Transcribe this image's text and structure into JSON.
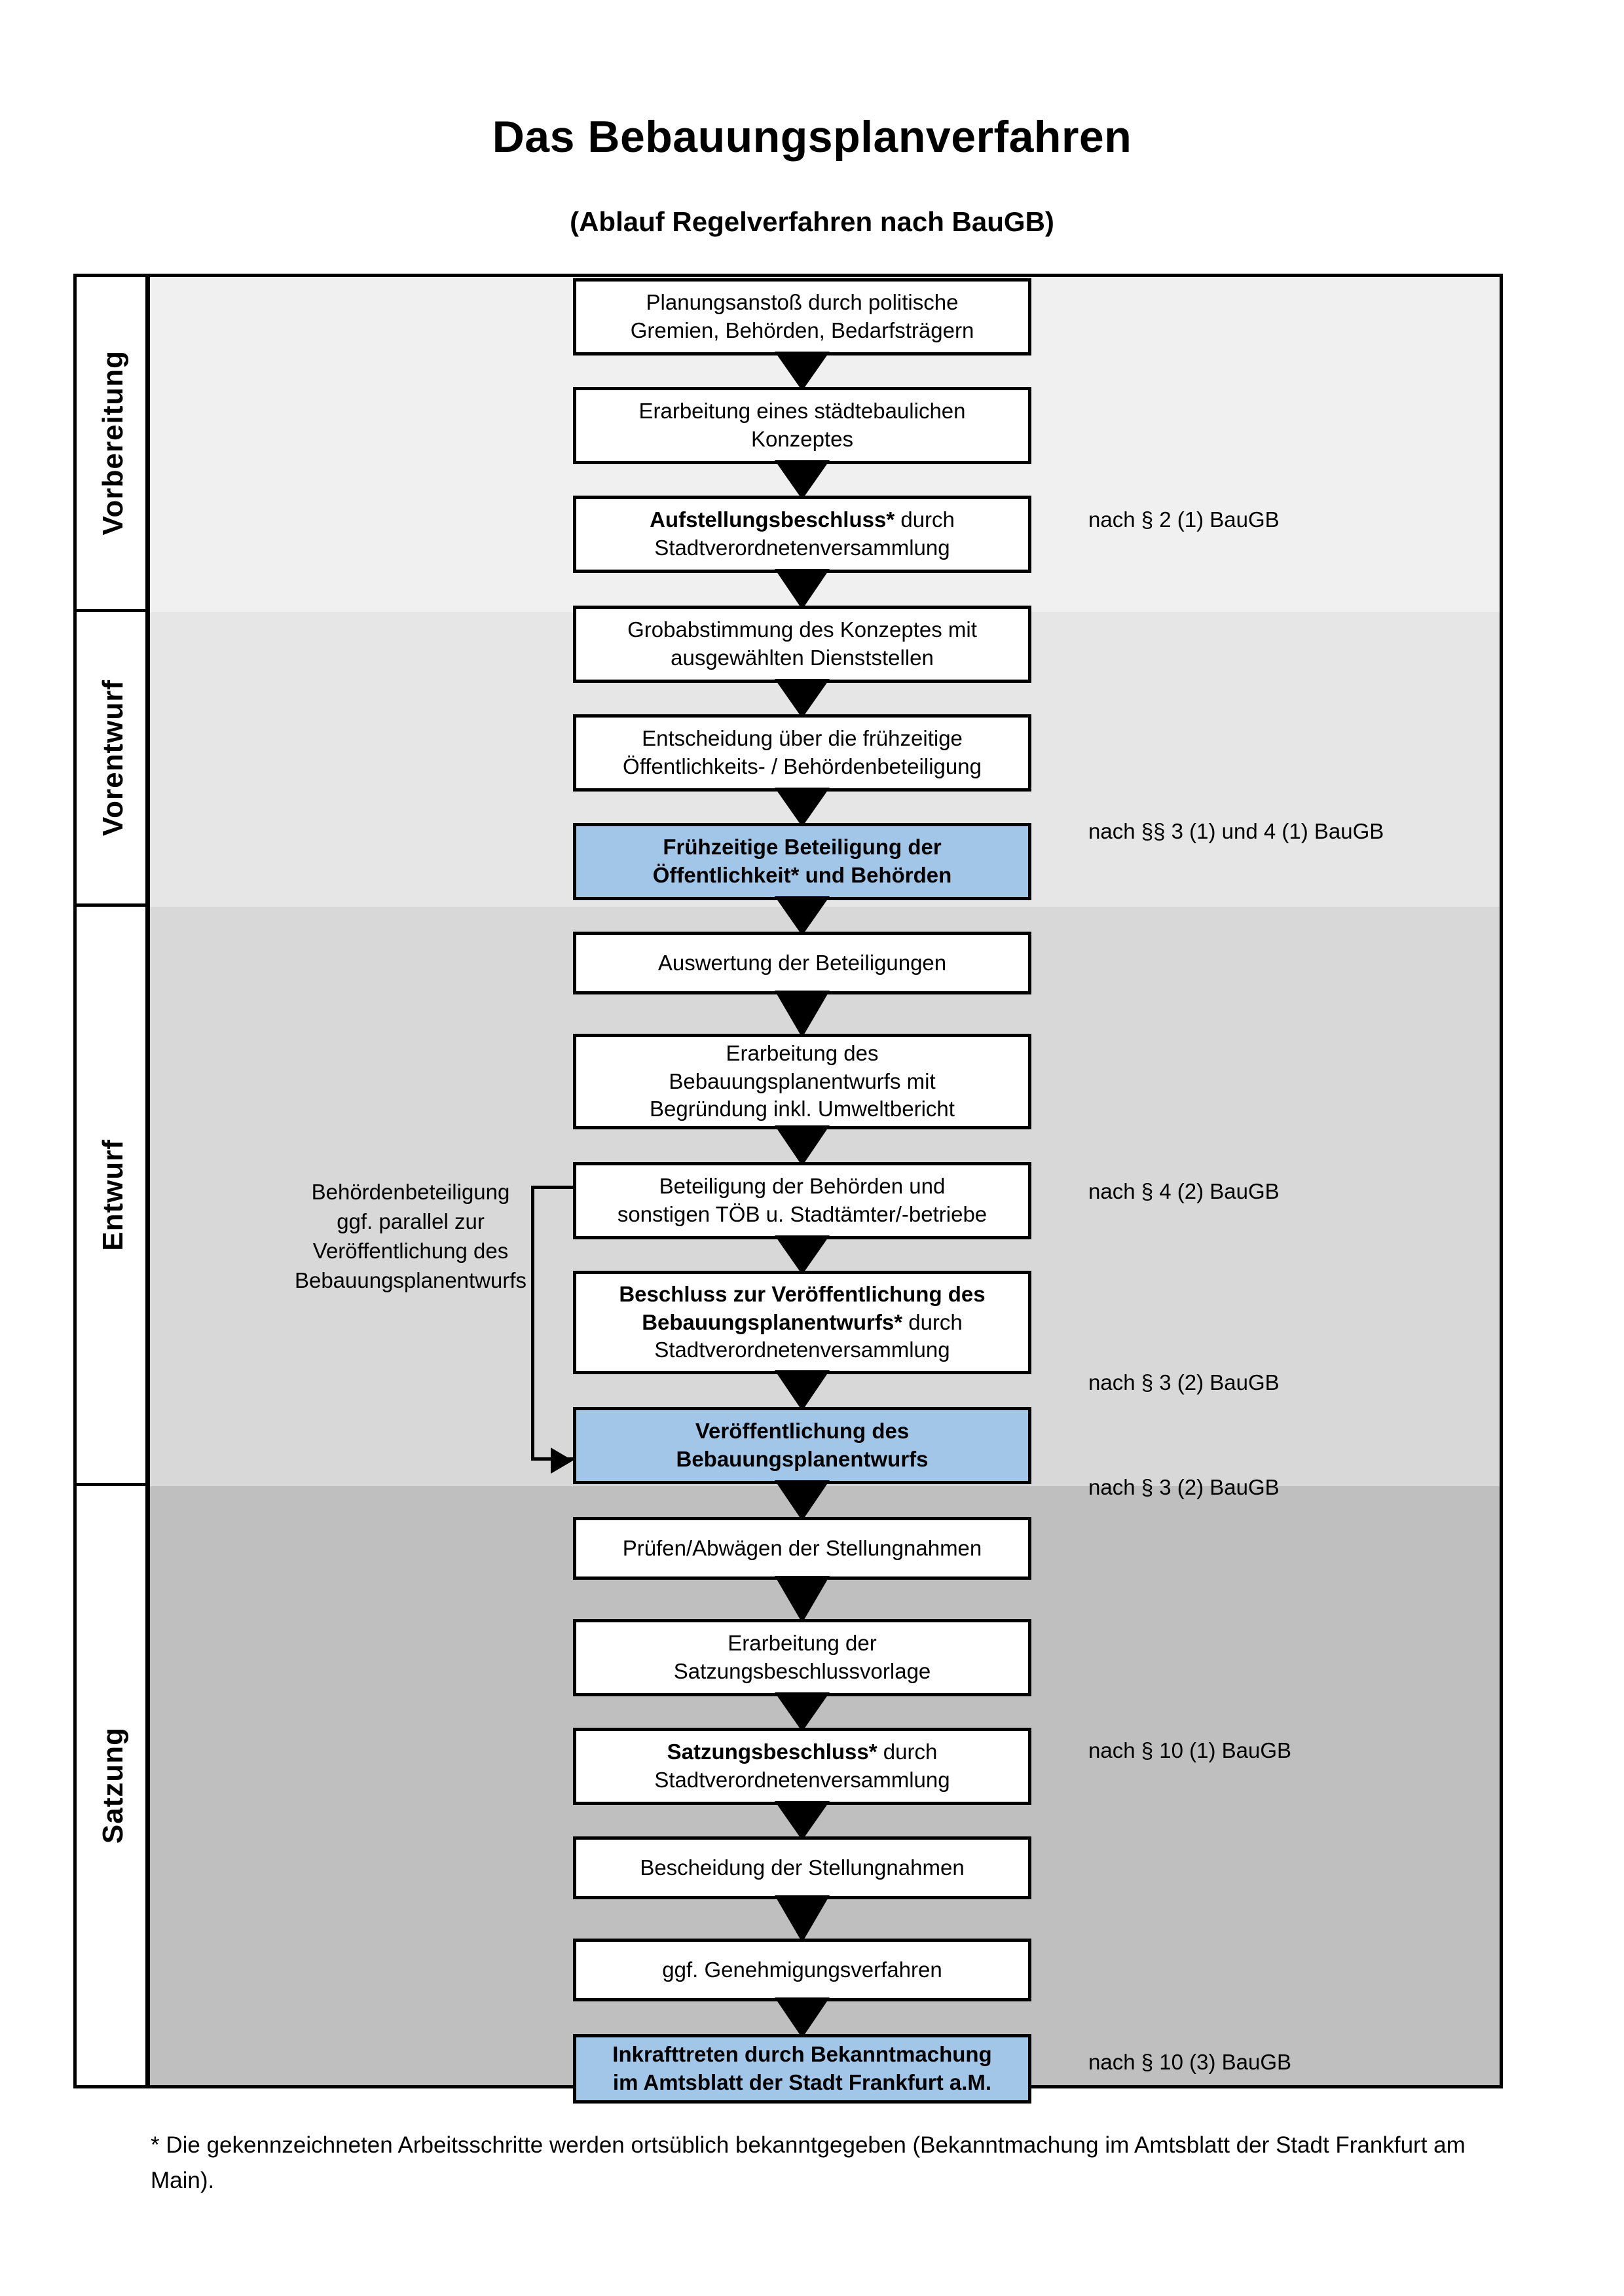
{
  "title": "Das Bebauungsplanverfahren",
  "subtitle": "(Ablauf Regelverfahren nach BauGB)",
  "phases": [
    {
      "label": "Vorbereitung"
    },
    {
      "label": "Vorentwurf"
    },
    {
      "label": "Entwurf"
    },
    {
      "label": "Satzung"
    }
  ],
  "side_note": "Behördenbeteiligung ggf. parallel zur Veröffentlichung des Bebauungsplanentwurfs",
  "side_note_lines": [
    "Behördenbeteiligung",
    "ggf. parallel zur",
    "Veröffentlichung des",
    "Bebauungsplanentwurfs"
  ],
  "steps": [
    {
      "id": "planungsanstoss",
      "phase": "Vorbereitung",
      "highlight": false,
      "lines": [
        {
          "text": "Planungsanstoß durch politische",
          "bold": false
        },
        {
          "text": "Gremien, Behörden, Bedarfsträgern",
          "bold": false
        }
      ]
    },
    {
      "id": "staedtebauliches-konzept",
      "phase": "Vorbereitung",
      "highlight": false,
      "lines": [
        {
          "text": "Erarbeitung eines städtebaulichen",
          "bold": false
        },
        {
          "text": "Konzeptes",
          "bold": false
        }
      ]
    },
    {
      "id": "aufstellungsbeschluss",
      "phase": "Vorbereitung",
      "highlight": false,
      "lines": [
        {
          "text": "Aufstellungsbeschluss*",
          "bold": true
        },
        {
          "text": " durch",
          "bold": false
        },
        {
          "text": "Stadtverordnetenversammlung",
          "bold": false
        }
      ]
    },
    {
      "id": "grobabstimmung",
      "phase": "Vorentwurf",
      "highlight": false,
      "lines": [
        {
          "text": "Grobabstimmung des Konzeptes mit",
          "bold": false
        },
        {
          "text": "ausgewählten Dienststellen",
          "bold": false
        }
      ]
    },
    {
      "id": "entscheidung-fruehzeitige-beteiligung",
      "phase": "Vorentwurf",
      "highlight": false,
      "lines": [
        {
          "text": "Entscheidung über die frühzeitige",
          "bold": false
        },
        {
          "text": "Öffentlichkeits- / Behördenbeteiligung",
          "bold": false
        }
      ]
    },
    {
      "id": "fruehzeitige-beteiligung",
      "phase": "Vorentwurf",
      "highlight": true,
      "lines": [
        {
          "text": "Frühzeitige Beteiligung der",
          "bold": true
        },
        {
          "text": "Öffentlichkeit* und Behörden",
          "bold": true
        }
      ]
    },
    {
      "id": "auswertung-beteiligungen",
      "phase": "Entwurf",
      "highlight": false,
      "lines": [
        {
          "text": "Auswertung der Beteiligungen",
          "bold": false
        }
      ]
    },
    {
      "id": "erarbeitung-bplan-entwurf",
      "phase": "Entwurf",
      "highlight": false,
      "lines": [
        {
          "text": "Erarbeitung des",
          "bold": false
        },
        {
          "text": "Bebauungsplanentwurfs mit",
          "bold": false
        },
        {
          "text": "Begründung inkl. Umweltbericht",
          "bold": false
        }
      ]
    },
    {
      "id": "beteiligung-behoerden-toeb",
      "phase": "Entwurf",
      "highlight": false,
      "lines": [
        {
          "text": "Beteiligung der Behörden und",
          "bold": false
        },
        {
          "text": "sonstigen TÖB u. Stadtämter/-betriebe",
          "bold": false
        }
      ]
    },
    {
      "id": "beschluss-veroeffentlichung",
      "phase": "Entwurf",
      "highlight": false,
      "lines": [
        {
          "text": "Beschluss zur Veröffentlichung des",
          "bold": true
        },
        {
          "text": "Bebauungsplanentwurfs*",
          "bold": true
        },
        {
          "text": " durch",
          "bold": false
        },
        {
          "text": "Stadtverordnetenversammlung",
          "bold": false
        }
      ]
    },
    {
      "id": "veroeffentlichung-bplan-entwurf",
      "phase": "Entwurf",
      "highlight": true,
      "lines": [
        {
          "text": "Veröffentlichung des",
          "bold": true
        },
        {
          "text": "Bebauungsplanentwurfs",
          "bold": true
        }
      ]
    },
    {
      "id": "pruefen-abwaegen",
      "phase": "Satzung",
      "highlight": false,
      "lines": [
        {
          "text": "Prüfen/Abwägen der Stellungnahmen",
          "bold": false
        }
      ]
    },
    {
      "id": "satzungsbeschlussvorlage",
      "phase": "Satzung",
      "highlight": false,
      "lines": [
        {
          "text": "Erarbeitung der",
          "bold": false
        },
        {
          "text": "Satzungsbeschlussvorlage",
          "bold": false
        }
      ]
    },
    {
      "id": "satzungsbeschluss",
      "phase": "Satzung",
      "highlight": false,
      "lines": [
        {
          "text": "Satzungsbeschluss*",
          "bold": true
        },
        {
          "text": " durch",
          "bold": false
        },
        {
          "text": "Stadtverordnetenversammlung",
          "bold": false
        }
      ]
    },
    {
      "id": "bescheidung-stellungnahmen",
      "phase": "Satzung",
      "highlight": false,
      "lines": [
        {
          "text": "Bescheidung der Stellungnahmen",
          "bold": false
        }
      ]
    },
    {
      "id": "genehmigungsverfahren",
      "phase": "Satzung",
      "highlight": false,
      "lines": [
        {
          "text": "ggf. Genehmigungsverfahren",
          "bold": false
        }
      ]
    },
    {
      "id": "inkrafttreten",
      "phase": "Satzung",
      "highlight": true,
      "lines": [
        {
          "text": "Inkrafttreten",
          "bold": true
        },
        {
          "text": " durch Bekanntmachung",
          "bold": false
        },
        {
          "text": "im Amtsblatt der Stadt Frankfurt a.M.",
          "bold": false
        }
      ]
    }
  ],
  "legal_refs": [
    {
      "id": "ref-par2-1",
      "text": "nach § 2 (1) BauGB"
    },
    {
      "id": "ref-par3-1-4-1",
      "text": "nach §§ 3 (1) und 4 (1) BauGB"
    },
    {
      "id": "ref-par4-2",
      "text": "nach § 4 (2) BauGB"
    },
    {
      "id": "ref-par3-2-a",
      "text": "nach § 3 (2) BauGB"
    },
    {
      "id": "ref-par3-2-b",
      "text": "nach § 3 (2) BauGB"
    },
    {
      "id": "ref-par10-1",
      "text": "nach § 10 (1) BauGB"
    },
    {
      "id": "ref-par10-3",
      "text": "nach § 10 (3) BauGB"
    }
  ],
  "footnote": "* Die gekennzeichneten Arbeitsschritte werden ortsüblich bekanntgegeben (Bekanntmachung im Amtsblatt  der Stadt Frankfurt am Main).",
  "colors": {
    "highlight_blue": "#a1c6e8",
    "band_vorbereitung": "#f0f0f0",
    "band_vorentwurf": "#e6e6e6",
    "band_entwurf": "#d8d8d8",
    "band_satzung": "#bfbfbf",
    "border": "#000000"
  }
}
